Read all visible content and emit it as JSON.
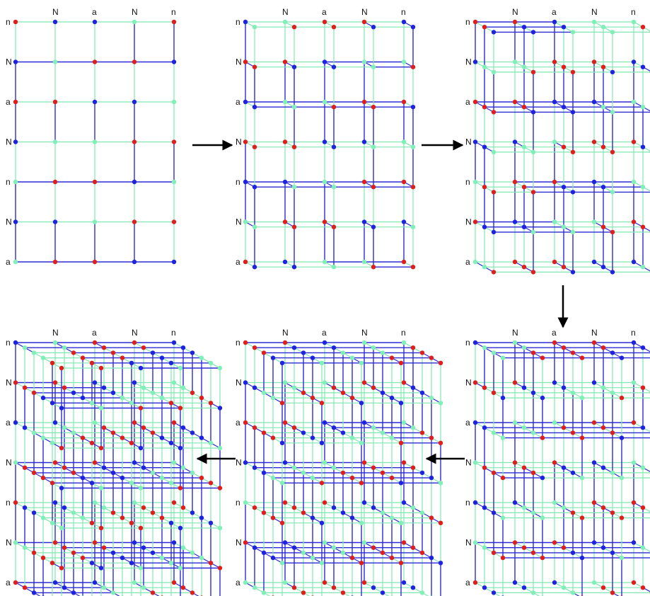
{
  "labels": {
    "top": [
      "N",
      "a",
      "N",
      "n"
    ],
    "left": [
      "n",
      "N",
      "a",
      "N",
      "n",
      "N",
      "a"
    ]
  },
  "colors": {
    "blue": "#2b2bd6",
    "green": "#7fe8b0",
    "red": "#e01e1e",
    "blue_node": "#1f22e0",
    "green_node": "#7ff0b8",
    "arrow": "#000000"
  },
  "panels": [
    {
      "id": "panel-1",
      "layers": 1
    },
    {
      "id": "panel-2",
      "layers": 2
    },
    {
      "id": "panel-3",
      "layers": 3
    },
    {
      "id": "panel-4",
      "layers": 4
    },
    {
      "id": "panel-5",
      "layers": 5
    },
    {
      "id": "panel-6",
      "layers": 6
    }
  ],
  "sequence": [
    "panel-1",
    "panel-2",
    "panel-3",
    "panel-4",
    "panel-5",
    "panel-6"
  ],
  "arrows": [
    {
      "from": "panel-1",
      "to": "panel-2",
      "direction": "right"
    },
    {
      "from": "panel-2",
      "to": "panel-3",
      "direction": "right"
    },
    {
      "from": "panel-3",
      "to": "panel-4",
      "direction": "down"
    },
    {
      "from": "panel-4",
      "to": "panel-5",
      "direction": "left"
    },
    {
      "from": "panel-5",
      "to": "panel-6",
      "direction": "left"
    }
  ]
}
